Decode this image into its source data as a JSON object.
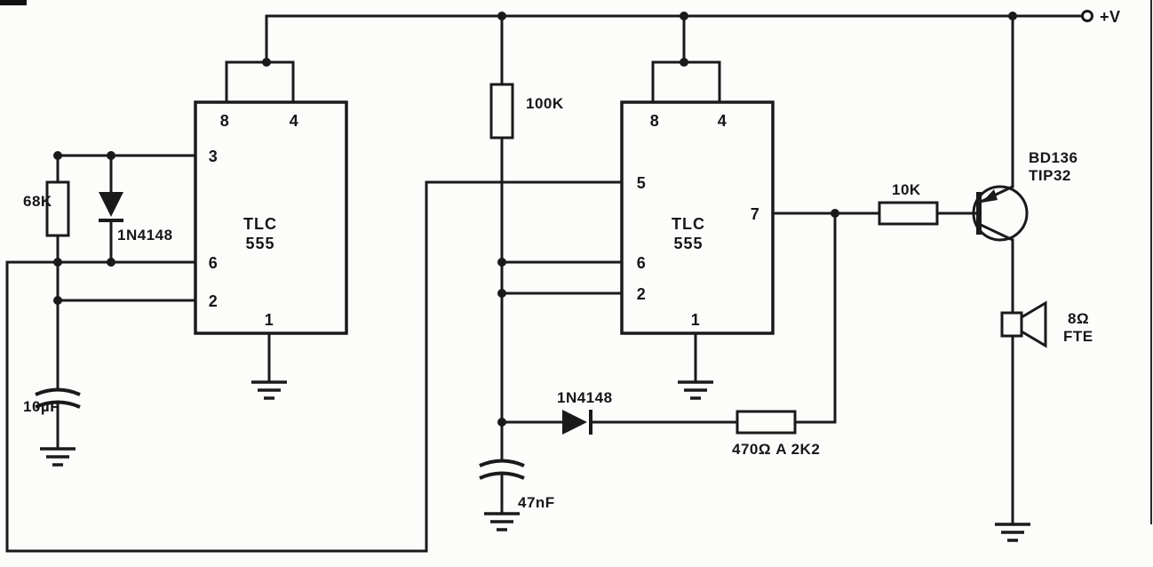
{
  "supply": {
    "label": "+V"
  },
  "ic1": {
    "name_line1": "TLC",
    "name_line2": "555",
    "pin8": "8",
    "pin4": "4",
    "pin3": "3",
    "pin6": "6",
    "pin2": "2",
    "pin1": "1"
  },
  "ic2": {
    "name_line1": "TLC",
    "name_line2": "555",
    "pin8": "8",
    "pin4": "4",
    "pin5": "5",
    "pin6": "6",
    "pin2": "2",
    "pin7": "7",
    "pin1": "1"
  },
  "components": {
    "resistor_68k": "68K",
    "diode_left": "1N4148",
    "cap_10uf": "10µF",
    "resistor_100k": "100K",
    "cap_47nf": "47nF",
    "diode_mid": "1N4148",
    "resistor_470_2k2": "470Ω A 2K2",
    "resistor_10k": "10K",
    "transistor_line1": "BD136",
    "transistor_line2": "TIP32",
    "speaker_line1": "8Ω",
    "speaker_line2": "FTE"
  }
}
